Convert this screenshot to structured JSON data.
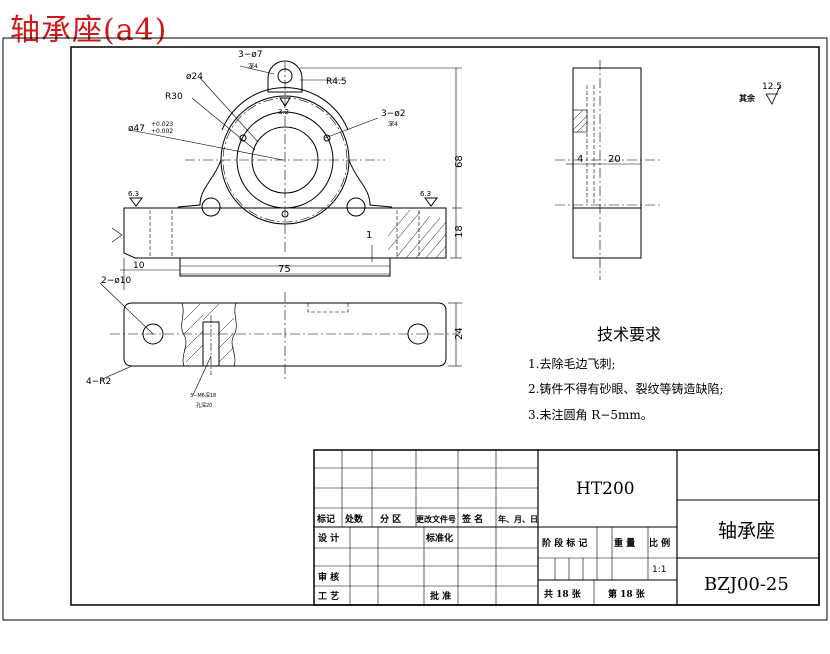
{
  "page_title": "轴承座(a4)",
  "dims": {
    "three_phi7": "3−ø7",
    "three_phi7_sub": "深4",
    "phi24": "ø24",
    "r45": "R4.5",
    "r30": "R30",
    "three_phi2": "3−ø2",
    "three_phi2_sub": "深4",
    "phi47": "ø47",
    "phi47_tol_up": "+0.023",
    "phi47_tol_low": "+0.002",
    "rough_32": "3.2",
    "rough_63_left": "6.3",
    "rough_63_right": "6.3",
    "d68": "68",
    "d18": "18",
    "d1": "1",
    "d10": "10",
    "d75": "75",
    "two_phi10": "2−ø10",
    "d24": "24",
    "four_r2": "4−R2",
    "hole_note_1": "3−M6深18",
    "hole_note_2": "孔深20",
    "d4": "4",
    "d20": "20",
    "rough_125": "12.5",
    "qiyu": "其余"
  },
  "notes": {
    "title": "技术要求",
    "items": [
      "1.去除毛边飞刺;",
      "2.铸件不得有砂眼、裂纹等铸造缺陷;",
      "3.未注圆角 R−5mm。"
    ]
  },
  "titleblock": {
    "material": "HT200",
    "part_name": "轴承座",
    "drawing_no": "BZJ00-25",
    "scale": "1:1",
    "h_biaoji": "标记",
    "h_chushu": "处数",
    "h_fenqu": "分 区",
    "h_gaiwen": "更改文件号",
    "h_qianming": "签 名",
    "h_date": "年、月、日",
    "sheji": "设 计",
    "biaozhunhua": "标准化",
    "jieduan": "阶 段 标 记",
    "zhongliang": "重 量",
    "bili": "比 例",
    "shenhe": "审 核",
    "gongyi": "工 艺",
    "pizhun": "批 准",
    "gong": "共 18 张",
    "di": "第 18 张"
  }
}
